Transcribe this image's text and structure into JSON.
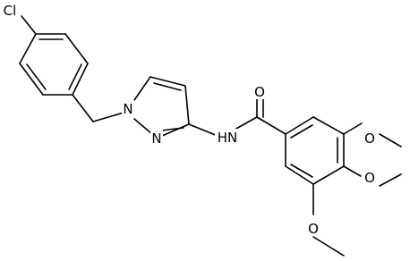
{
  "molecule": {
    "atoms": {
      "cl": "Cl",
      "n1": "N",
      "n2": "N",
      "nh": "N",
      "nh_h": "H",
      "o_carbonyl": "O",
      "o_meo_top": "O",
      "o_meo_mid": "O",
      "o_meo_bottom": "O"
    }
  }
}
